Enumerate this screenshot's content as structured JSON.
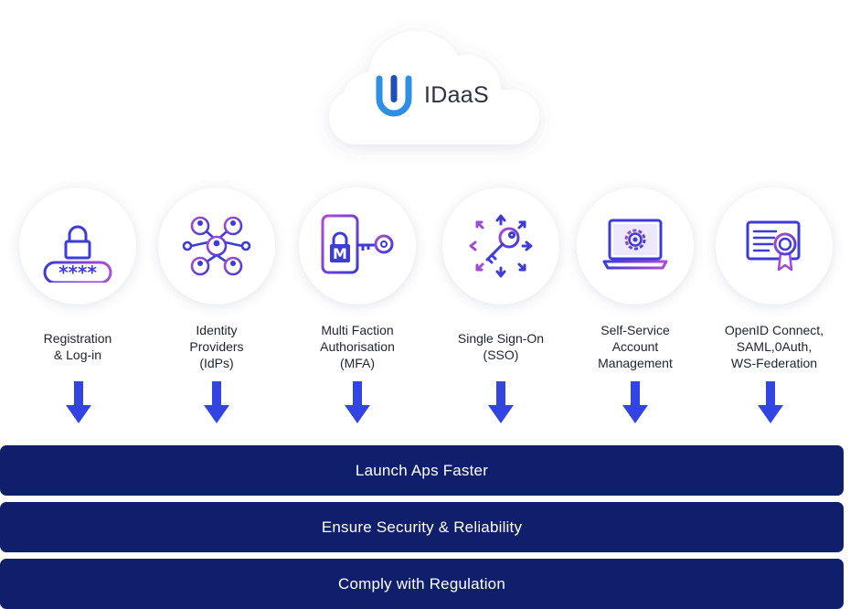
{
  "brand": {
    "name": "IDaaS"
  },
  "features": [
    {
      "label": "Registration\n& Log-in",
      "icon": "lock-password-icon"
    },
    {
      "label": "Identity\nProviders\n(IdPs)",
      "icon": "network-users-icon"
    },
    {
      "label": "Multi Faction\nAuthorisation\n(MFA)",
      "icon": "mfa-key-icon"
    },
    {
      "label": "Single Sign-On\n(SSO)",
      "icon": "sso-key-icon"
    },
    {
      "label": "Self-Service\nAccount\nManagement",
      "icon": "laptop-gear-icon"
    },
    {
      "label": "OpenID Connect,\nSAML,0Auth,\nWS-Federation",
      "icon": "certificate-icon"
    }
  ],
  "outcomes": [
    "Launch Aps Faster",
    "Ensure Security & Reliability",
    "Comply with Regulation"
  ],
  "colors": {
    "arrow": "#3345e0",
    "bar": "#0f1f6b",
    "icon_primary": "#3d3bd9",
    "icon_accent": "#a24ad8",
    "logo_blue": "#2e8fe6"
  }
}
